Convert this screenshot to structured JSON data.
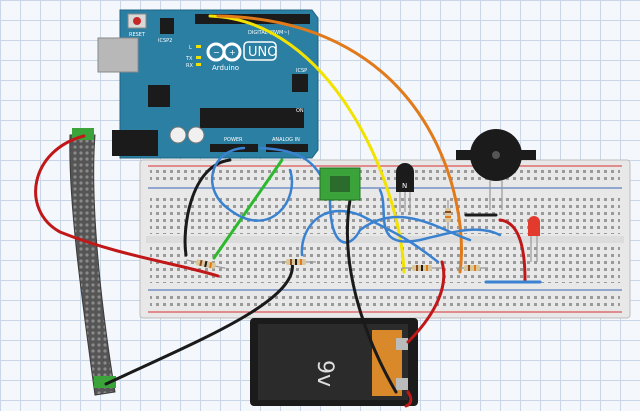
{
  "arduino": {
    "brand": "Arduino",
    "model": "UNO",
    "reset_label": "RESET",
    "icsp2_label": "ICSP2",
    "icsp_label": "ICSP",
    "led_l_label": "L",
    "led_tx_label": "TX",
    "led_rx_label": "RX",
    "digital_label": "DIGITAL (PWM~)",
    "power_label": "POWER",
    "analog_label": "ANALOG IN",
    "on_label": "ON",
    "tilde_label": "~"
  },
  "battery": {
    "voltage_label": "9v"
  },
  "colors": {
    "arduino_board": "#2a7fa3",
    "breadboard": "#e9e9e9",
    "rail_red": "#d9302f",
    "rail_blue": "#3a63b5",
    "wire_red": "#c01818",
    "wire_black": "#1a1a1a",
    "wire_blue": "#3a82d0",
    "wire_green": "#2eb82e",
    "wire_yellow": "#f2e200",
    "wire_orange": "#e07a1a",
    "led_red": "#e23b2e",
    "battery_orange": "#d9892a"
  }
}
